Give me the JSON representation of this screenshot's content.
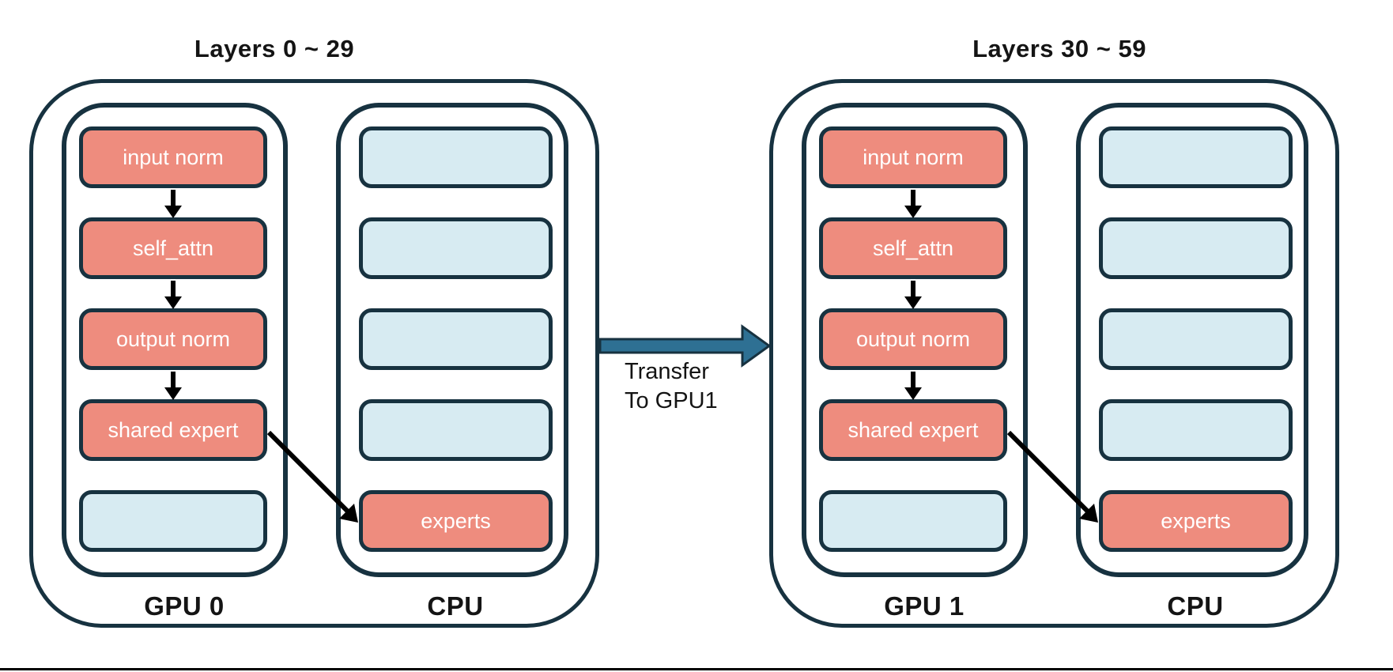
{
  "groups": [
    {
      "title": "Layers 0 ~ 29",
      "gpu": {
        "label": "GPU 0",
        "boxes": [
          {
            "label": "input norm",
            "highlighted": true
          },
          {
            "label": "self_attn",
            "highlighted": true
          },
          {
            "label": "output norm",
            "highlighted": true
          },
          {
            "label": "shared expert",
            "highlighted": true
          },
          {
            "label": "",
            "highlighted": false
          }
        ]
      },
      "cpu": {
        "label": "CPU",
        "boxes": [
          {
            "label": "",
            "highlighted": false
          },
          {
            "label": "",
            "highlighted": false
          },
          {
            "label": "",
            "highlighted": false
          },
          {
            "label": "",
            "highlighted": false
          },
          {
            "label": "experts",
            "highlighted": true
          }
        ]
      }
    },
    {
      "title": "Layers 30 ~ 59",
      "gpu": {
        "label": "GPU 1",
        "boxes": [
          {
            "label": "input norm",
            "highlighted": true
          },
          {
            "label": "self_attn",
            "highlighted": true
          },
          {
            "label": "output norm",
            "highlighted": true
          },
          {
            "label": "shared expert",
            "highlighted": true
          },
          {
            "label": "",
            "highlighted": false
          }
        ]
      },
      "cpu": {
        "label": "CPU",
        "boxes": [
          {
            "label": "",
            "highlighted": false
          },
          {
            "label": "",
            "highlighted": false
          },
          {
            "label": "",
            "highlighted": false
          },
          {
            "label": "",
            "highlighted": false
          },
          {
            "label": "experts",
            "highlighted": true
          }
        ]
      }
    }
  ],
  "transfer": {
    "line1": "Transfer",
    "line2": "To GPU1"
  },
  "colors": {
    "navy": "#173240",
    "salmon": "#EE8C7E",
    "lightblue": "#D7EBF2",
    "steel": "#2E7093",
    "ink": "#141414"
  }
}
